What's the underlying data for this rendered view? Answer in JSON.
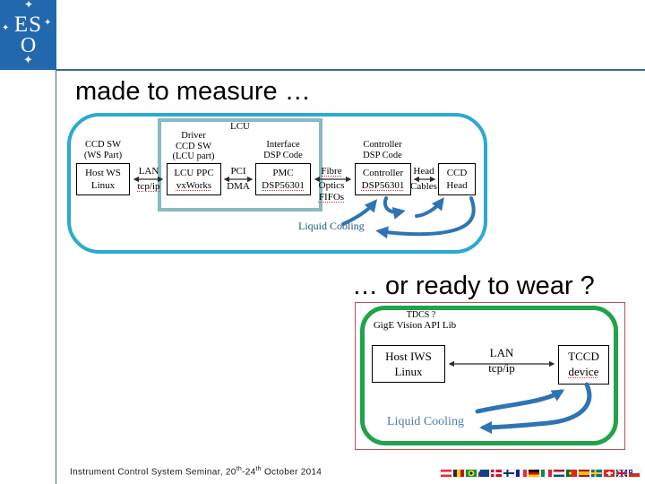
{
  "slide": {
    "logo": {
      "line1": "ES",
      "line2": "O"
    },
    "title_top": "made to measure …",
    "title_bottom": "… or ready to wear ?",
    "footer": {
      "pre": "Instrument Control System Seminar, 20",
      "sup1": "th",
      "mid": "-24",
      "sup2": "th",
      "post": " October 2014"
    }
  },
  "diagram1": {
    "lcu_label": "LCU",
    "boxes": [
      {
        "above": [
          "CCD SW",
          "(WS Part)"
        ],
        "line1": "Host WS",
        "line2": "Linux"
      },
      {
        "above": [
          "Driver",
          "CCD SW",
          "(LCU part)"
        ],
        "line1": "LCU PPC",
        "line2": "vxWorks"
      },
      {
        "above": [
          "Interface",
          "DSP Code"
        ],
        "line1": "PMC",
        "line2": "DSP56301"
      },
      {
        "above": [
          "Controller",
          "DSP Code"
        ],
        "line1": "Controller",
        "line2": "DSP56301"
      },
      {
        "line1": "CCD",
        "line2": "Head"
      }
    ],
    "connectors": [
      {
        "top": "LAN",
        "bottom": "tcp/ip"
      },
      {
        "top": "PCI",
        "bottom": "DMA"
      },
      {
        "top": "Fibre",
        "mid": "Optics",
        "bottom": "FIFOs"
      },
      {
        "top": "Head",
        "bottom": "Cables"
      }
    ],
    "liquid_cooling": "Liquid Cooling"
  },
  "diagram2": {
    "tdcs_label": "TDCS ?",
    "gige_label": "GigE Vision API Lib",
    "boxes": [
      {
        "line1": "Host IWS",
        "line2": "Linux"
      },
      {
        "line1": "TCCD",
        "line2": "device"
      }
    ],
    "connector": {
      "top": "LAN",
      "bottom": "tcp/ip"
    },
    "liquid_cooling": "Liquid Cooling"
  },
  "flags": [
    "austria",
    "belgium",
    "brazil",
    "czech-republic",
    "denmark",
    "finland",
    "france",
    "germany",
    "italy",
    "netherlands",
    "portugal",
    "spain",
    "sweden",
    "switzerland",
    "united-kingdom",
    "chile"
  ],
  "colors": {
    "logo_blue": "#2268AE",
    "rule_blue": "#38689A",
    "diagram1_border": "#2BA9D1",
    "lcu_border": "#8AB9BF",
    "green_border": "#21A24B",
    "red_border": "#C0504D",
    "arrow_blue": "#2E74B5",
    "connector_black": "#2b2b2b",
    "liquid1_text": "#1D5972",
    "liquid2_text": "#4A7CB4"
  }
}
